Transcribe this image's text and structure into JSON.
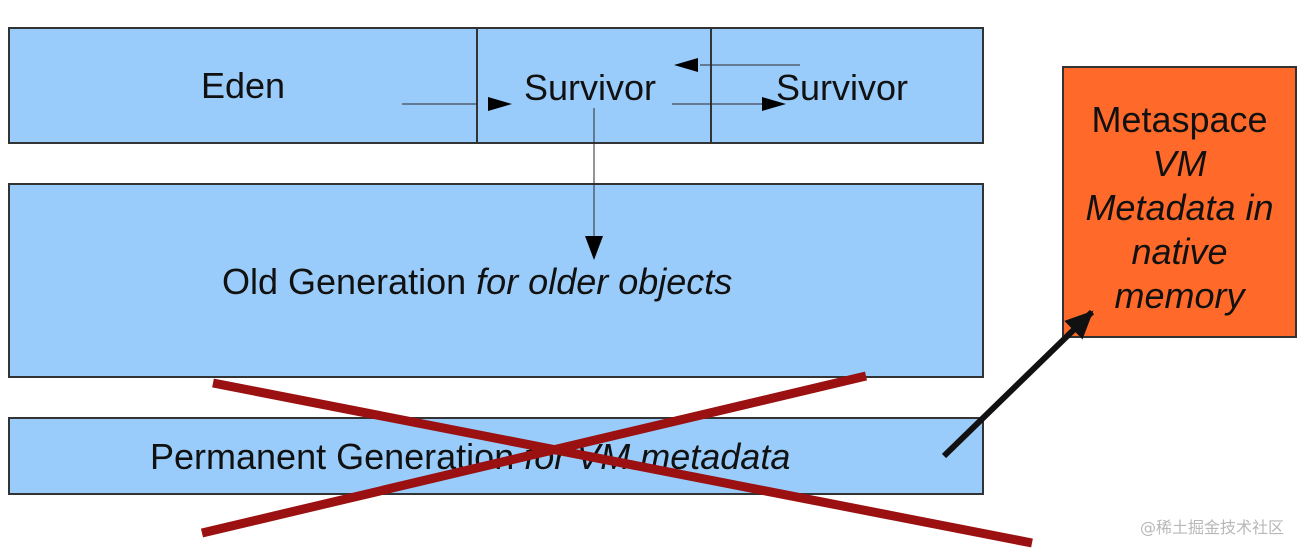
{
  "young": {
    "eden_label": "Eden",
    "survivor1_label": "Survivor",
    "survivor2_label": "Survivor"
  },
  "old_generation": {
    "label": "Old Generation",
    "qualifier": "for older objects"
  },
  "permanent_generation": {
    "label": "Permanent Generation",
    "qualifier": "for VM metadata"
  },
  "metaspace": {
    "title": "Metaspace",
    "line1": "VM",
    "line2": "Metadata in",
    "line3": "native",
    "line4": "memory"
  },
  "watermark": "@稀土掘金技术社区",
  "colors": {
    "heap_region": "#99ccfa",
    "metaspace": "#ff6a2a",
    "cross_out": "#9b1010",
    "arrow": "#111111"
  }
}
